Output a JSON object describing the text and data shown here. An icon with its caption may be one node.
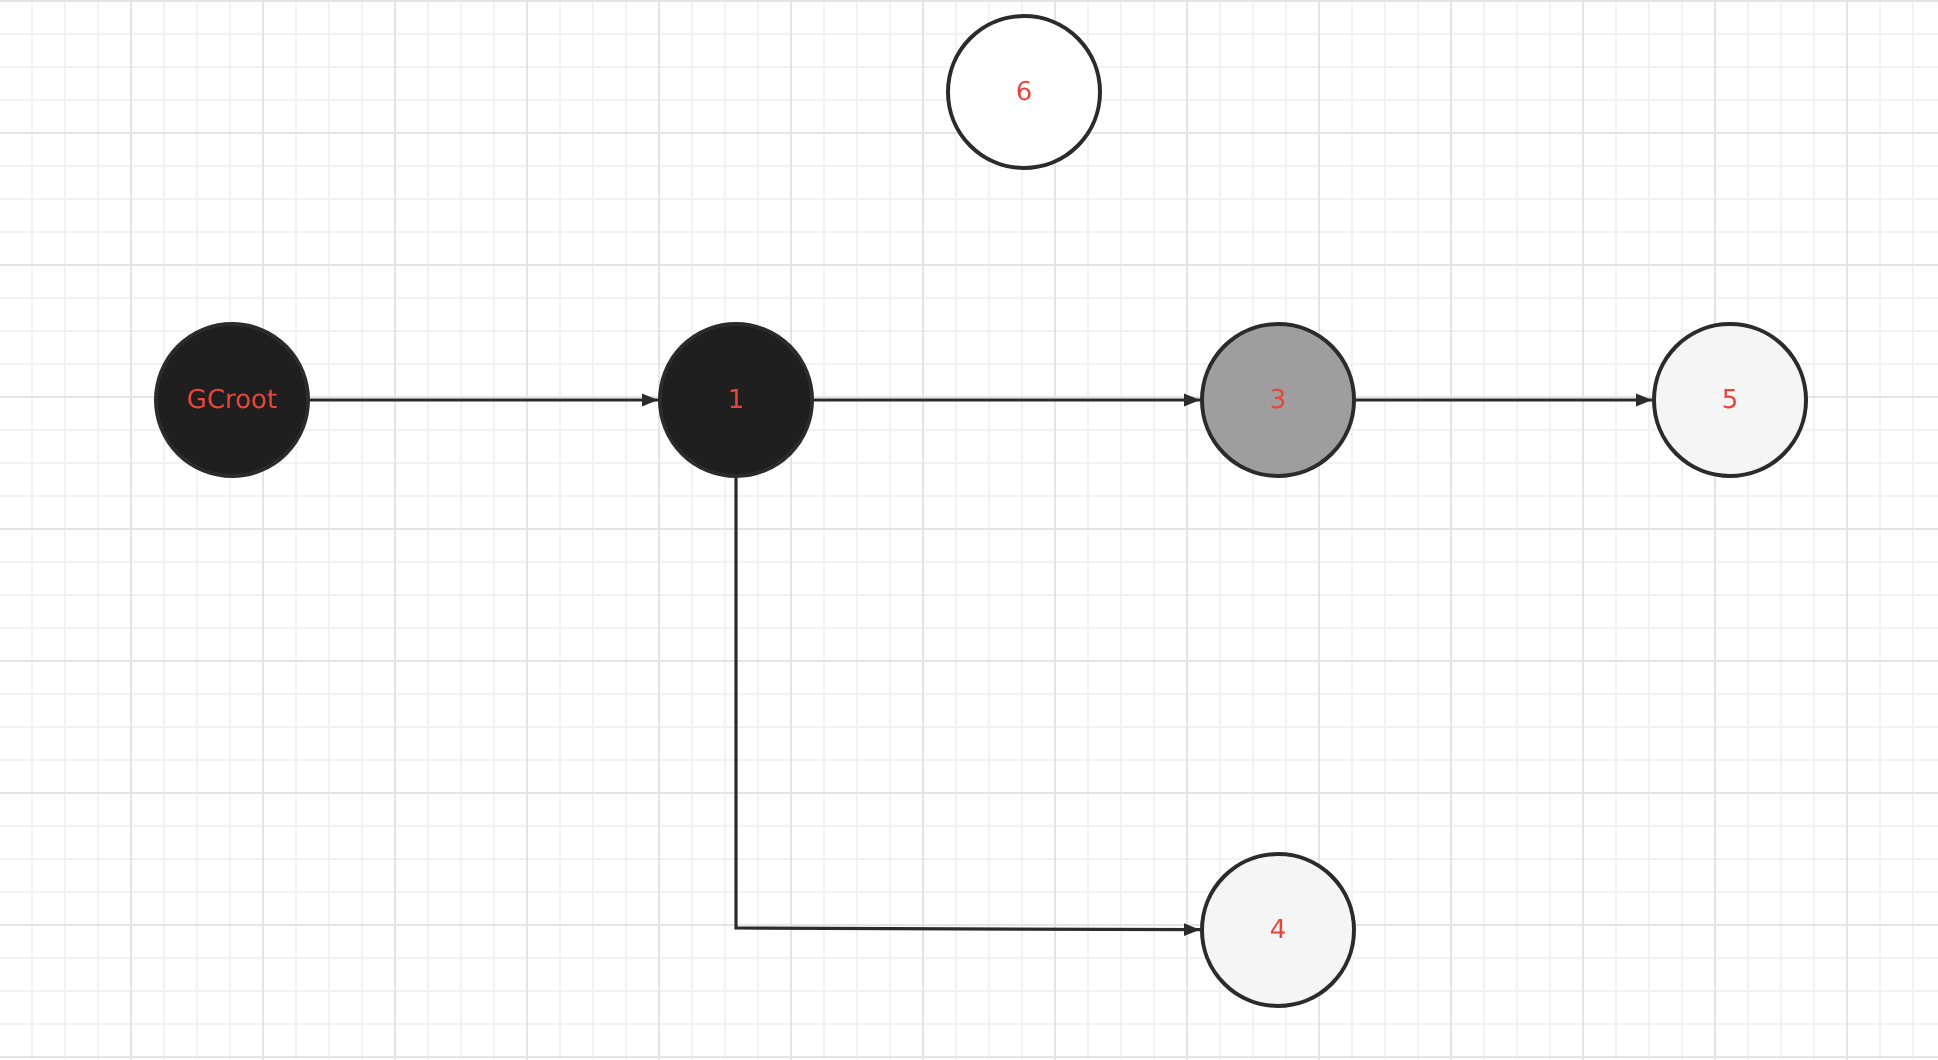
{
  "diagram": {
    "nodes": [
      {
        "text": [
          "6"
        ]
      },
      {
        "text": [
          "GCroot"
        ]
      },
      {
        "text": [
          "1"
        ]
      },
      {
        "text": [
          "3"
        ]
      },
      {
        "text": [
          "5"
        ]
      },
      {
        "text": [
          "4"
        ]
      }
    ],
    "edges": [
      {
        "from": 1,
        "to": 2,
        "arrow": "to"
      },
      {
        "from": 2,
        "to": 3,
        "arrow": "to"
      },
      {
        "from": 3,
        "to": 4,
        "arrow": "to"
      },
      {
        "from": 2,
        "to": 5,
        "arrow": "to"
      }
    ]
  }
}
